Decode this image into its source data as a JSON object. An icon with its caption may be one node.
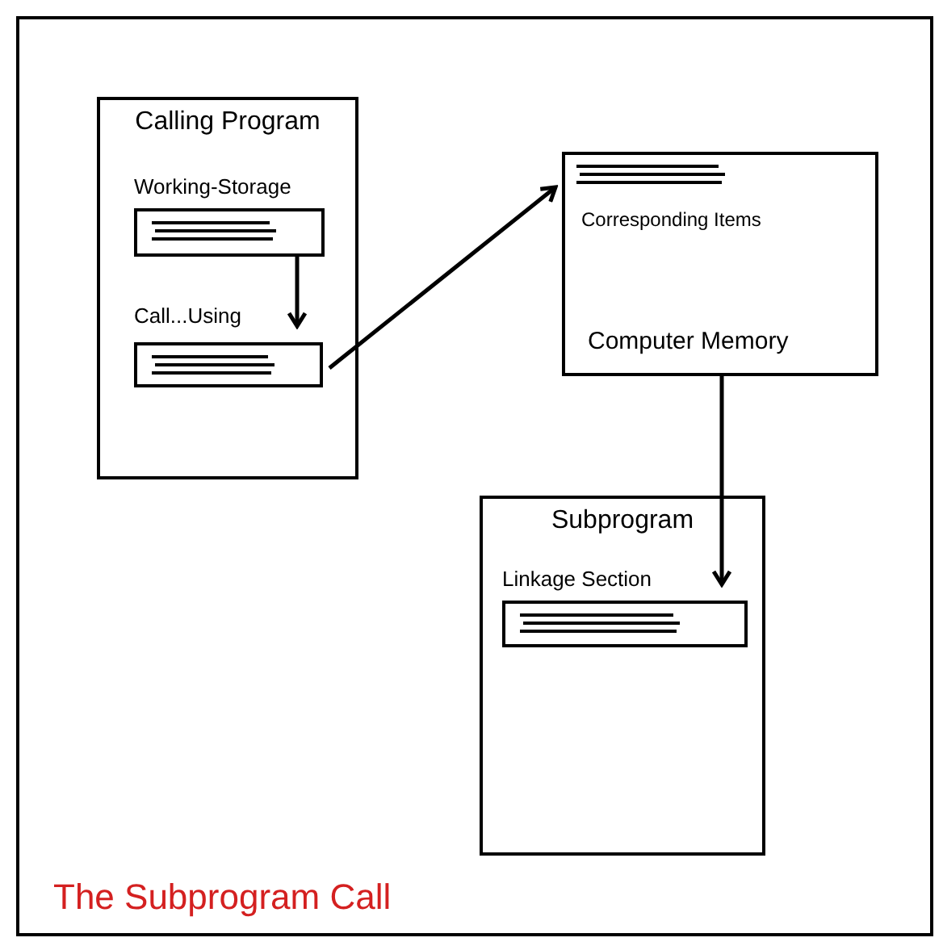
{
  "diagram": {
    "title": "The Subprogram Call",
    "nodes": [
      {
        "text": [
          "Calling Program"
        ]
      },
      {
        "text": [
          "Working-Storage"
        ],
        "in": 0
      },
      {
        "text": [
          "Call...Using"
        ],
        "in": 0
      },
      {
        "text": [
          "Corresponding Items",
          "Computer Memory"
        ]
      },
      {
        "text": [
          "Subprogram"
        ]
      },
      {
        "text": [
          "Linkage Section"
        ],
        "in": 4
      }
    ],
    "edges": [
      {
        "from": 1,
        "to": 2,
        "arrow": "to"
      },
      {
        "from": 2,
        "to": 3,
        "arrow": "to"
      },
      {
        "from": 3,
        "to": 5,
        "arrow": "to"
      }
    ]
  }
}
